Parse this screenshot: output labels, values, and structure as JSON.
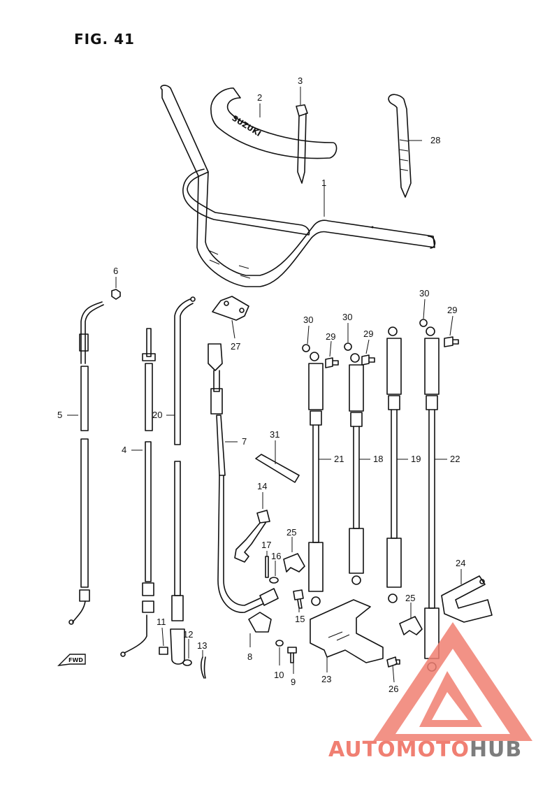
{
  "figure": {
    "title": "FIG. 41"
  },
  "handlebar": {
    "brand_text": "SUZUKI"
  },
  "direction_marker": {
    "label": "FWD"
  },
  "callouts": [
    {
      "id": "c1",
      "label": "1"
    },
    {
      "id": "c2",
      "label": "2"
    },
    {
      "id": "c3",
      "label": "3"
    },
    {
      "id": "c28",
      "label": "28"
    },
    {
      "id": "c6",
      "label": "6"
    },
    {
      "id": "c5",
      "label": "5"
    },
    {
      "id": "c4",
      "label": "4"
    },
    {
      "id": "c20",
      "label": "20"
    },
    {
      "id": "c7",
      "label": "7"
    },
    {
      "id": "c27",
      "label": "27"
    },
    {
      "id": "c31",
      "label": "31"
    },
    {
      "id": "c14",
      "label": "14"
    },
    {
      "id": "c17",
      "label": "17"
    },
    {
      "id": "c16",
      "label": "16"
    },
    {
      "id": "c25a",
      "label": "25"
    },
    {
      "id": "c15",
      "label": "15"
    },
    {
      "id": "c11",
      "label": "11"
    },
    {
      "id": "c12",
      "label": "12"
    },
    {
      "id": "c13",
      "label": "13"
    },
    {
      "id": "c8",
      "label": "8"
    },
    {
      "id": "c10",
      "label": "10"
    },
    {
      "id": "c9",
      "label": "9"
    },
    {
      "id": "c30a",
      "label": "30"
    },
    {
      "id": "c29a",
      "label": "29"
    },
    {
      "id": "c30b",
      "label": "30"
    },
    {
      "id": "c29b",
      "label": "29"
    },
    {
      "id": "c30c",
      "label": "30"
    },
    {
      "id": "c29c",
      "label": "29"
    },
    {
      "id": "c21",
      "label": "21"
    },
    {
      "id": "c18",
      "label": "18"
    },
    {
      "id": "c19",
      "label": "19"
    },
    {
      "id": "c22",
      "label": "22"
    },
    {
      "id": "c24",
      "label": "24"
    },
    {
      "id": "c25b",
      "label": "25"
    },
    {
      "id": "c23",
      "label": "23"
    },
    {
      "id": "c26",
      "label": "26"
    }
  ],
  "watermark": {
    "part1": "AUTOMOTO",
    "part2": "HUB",
    "color_primary": "#f07f72",
    "color_secondary": "#7d7d7d"
  }
}
